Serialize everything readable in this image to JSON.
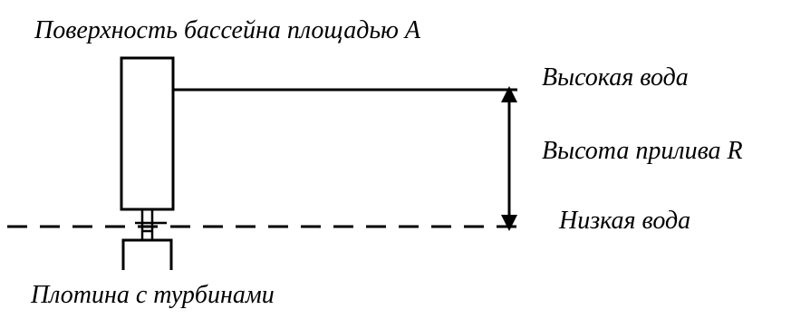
{
  "labels": {
    "basin_surface": "Поверхность бассейна площадью A",
    "high_water": "Высокая вода",
    "tidal_range": "Высота прилива R",
    "low_water": "Низкая вода",
    "dam_with_turbines": "Плотина с турбинами"
  },
  "colors": {
    "line": "#000000",
    "background": "#ffffff"
  }
}
